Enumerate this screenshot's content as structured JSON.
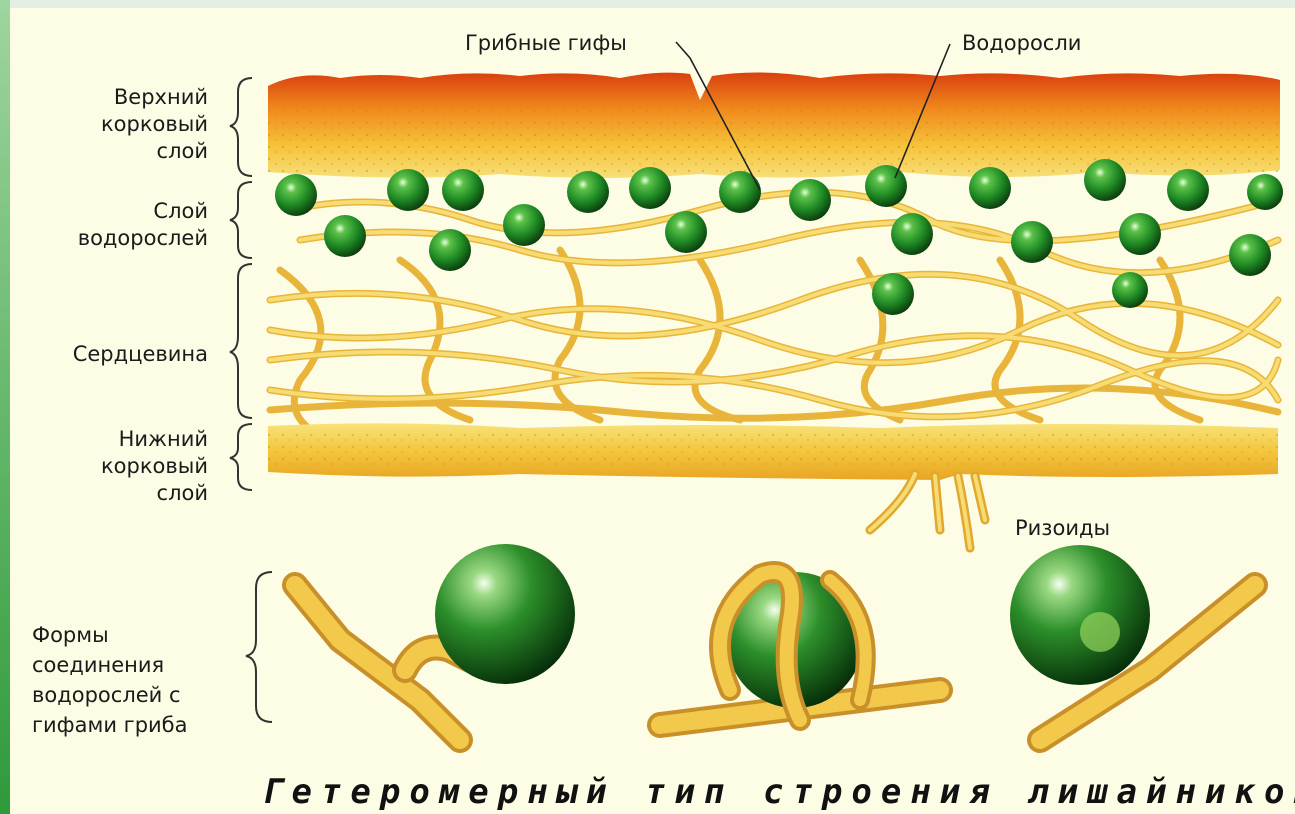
{
  "labels": {
    "upper_cortex": [
      "Верхний",
      "корковый",
      "слой"
    ],
    "algal_layer": [
      "Слой",
      "водорослей"
    ],
    "medulla": "Сердцевина",
    "lower_cortex": [
      "Нижний",
      "корковый",
      "слой"
    ],
    "connection_forms": [
      "Формы",
      "соединения",
      "водорослей с",
      "гифами гриба"
    ],
    "fungal_hyphae": "Грибные гифы",
    "algae": "Водоросли",
    "rhizoids": "Ризоиды"
  },
  "title": "Гетеромерный тип строения лишайников",
  "colors": {
    "cortex_top": "#e04a12",
    "cortex_mid": "#f5b62a",
    "hypha": "#f2cf55",
    "hypha_edge": "#c9902a",
    "alga": "#1f8a24",
    "alga_dark": "#0c4a10",
    "background": "#fdfde6"
  }
}
